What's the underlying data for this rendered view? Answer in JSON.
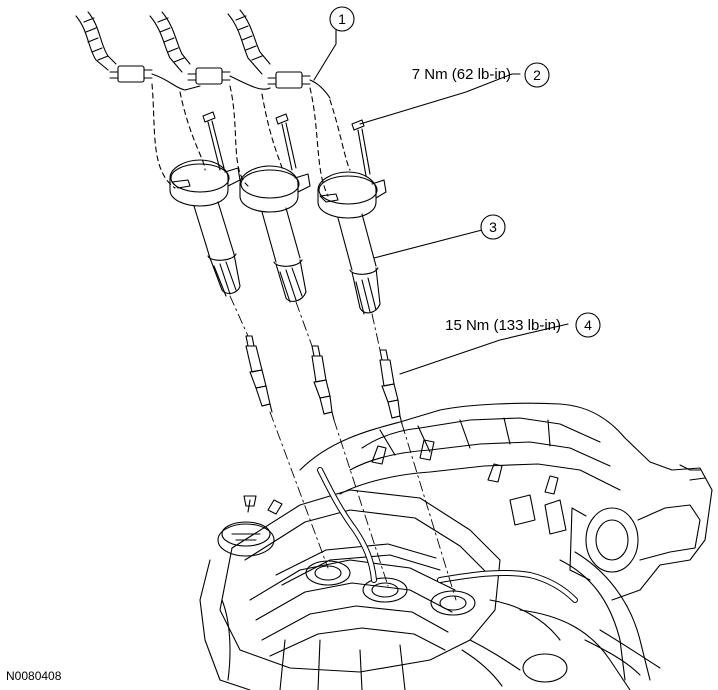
{
  "figure": {
    "code": "N0080408"
  },
  "callouts": [
    {
      "number": "1",
      "spec": ""
    },
    {
      "number": "2",
      "spec": "7 Nm (62 lb-in)"
    },
    {
      "number": "3",
      "spec": ""
    },
    {
      "number": "4",
      "spec": "15 Nm (133 lb-in)"
    }
  ]
}
